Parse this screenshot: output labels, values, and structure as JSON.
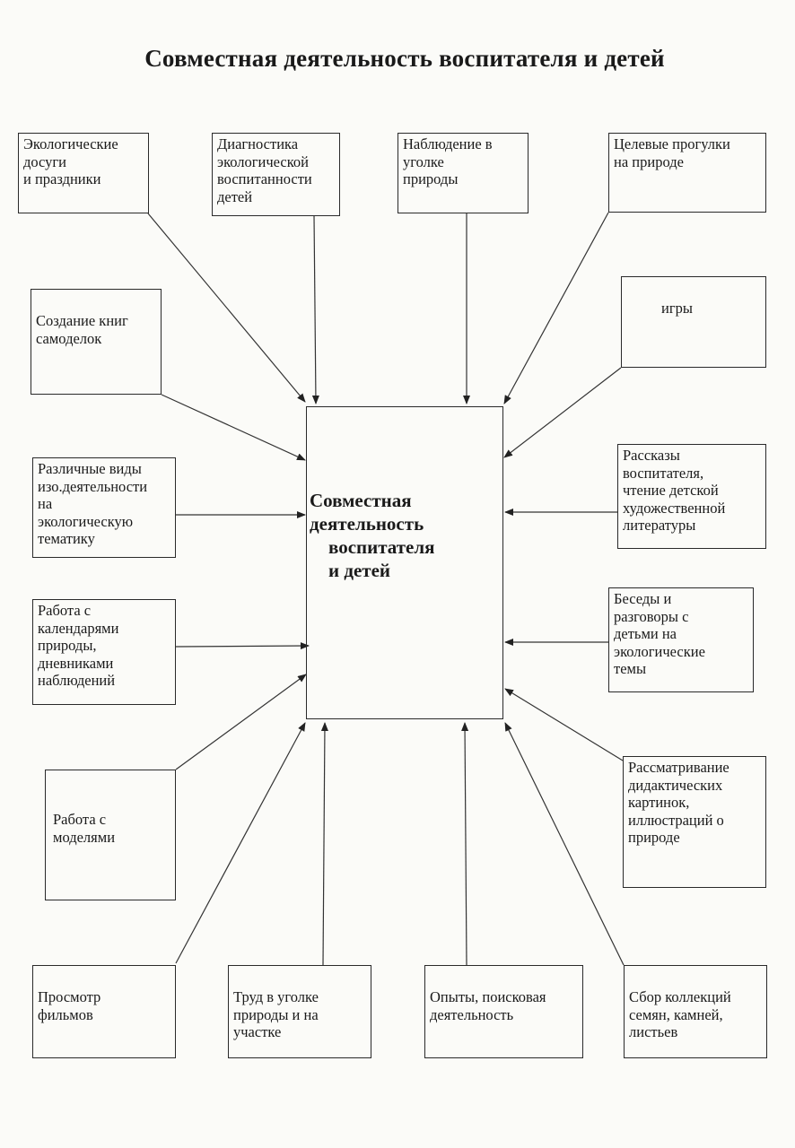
{
  "title": "Совместная деятельность воспитателя и детей",
  "center_label": "Совместная\nдеятельность\n    воспитателя\n    и детей",
  "nodes": {
    "eco_leisure": "Экологические\nдосуги\nи праздники",
    "diagnostics": "Диагностика\nэкологической\nвоспитанности\nдетей",
    "observation": "Наблюдение в\nуголке\nприроды",
    "walks": "Целевые прогулки\nна природе",
    "books": "Создание книг\nсамоделок",
    "games": "игры",
    "art": "Различные виды\nизо.деятельности\n          на\nэкологическую\n     тематику",
    "stories": "Рассказы\nвоспитателя,\nчтение детской\nхудожественной\nлитературы",
    "calendars": "Работа с\nкалендарями\nприроды,\nдневниками\nнаблюдений",
    "conversations": "Беседы и\nразговоры с\nдетьми на\nэкологические\nтемы",
    "models": "     Работа с\nмоделями",
    "pictures": "Рассматривание\nдидактических\nкартинок,\nиллюстраций о\nприроде",
    "films": "Просмотр\nфильмов",
    "labor": "Труд в уголке\nприроды и на\nучастке",
    "experiments": "Опыты, поисковая\nдеятельность",
    "collections": "Сбор коллекций\nсемян, камней,\nлистьев"
  }
}
